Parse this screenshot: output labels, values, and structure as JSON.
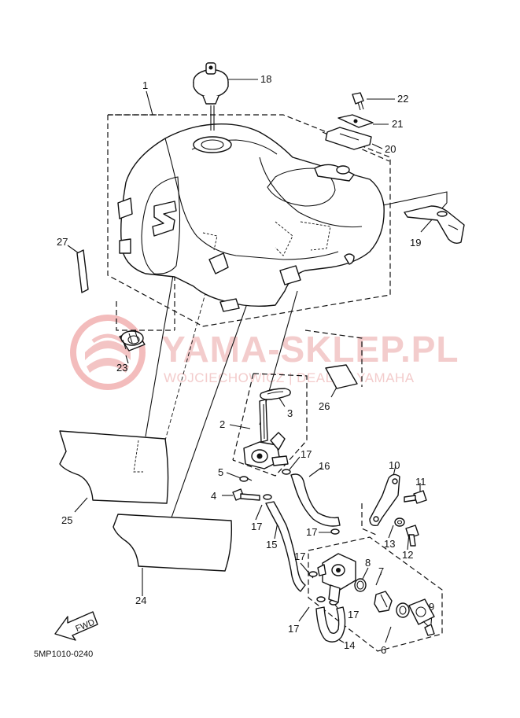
{
  "watermark": {
    "brand": "YAMA-SKLEP.PL",
    "tagline": "WOJCIECHOWICZ | DEALER YAMAHA",
    "logo_color": "#f0a8a8"
  },
  "diagram": {
    "code": "5MP1010-0240",
    "fwd": "FWD",
    "labels": {
      "p1": "1",
      "p2": "2",
      "p3": "3",
      "p4": "4",
      "p5": "5",
      "p6": "6",
      "p7": "7",
      "p8": "8",
      "p9": "9",
      "p10": "10",
      "p11": "11",
      "p12": "12",
      "p13": "13",
      "p14": "14",
      "p15": "15",
      "p16": "16",
      "p17a": "17",
      "p17b": "17",
      "p17c": "17",
      "p17d": "17",
      "p17e": "17",
      "p18": "18",
      "p19": "19",
      "p20": "20",
      "p21": "21",
      "p22": "22",
      "p23": "23",
      "p24": "24",
      "p25": "25",
      "p26": "26",
      "p27": "27"
    }
  }
}
